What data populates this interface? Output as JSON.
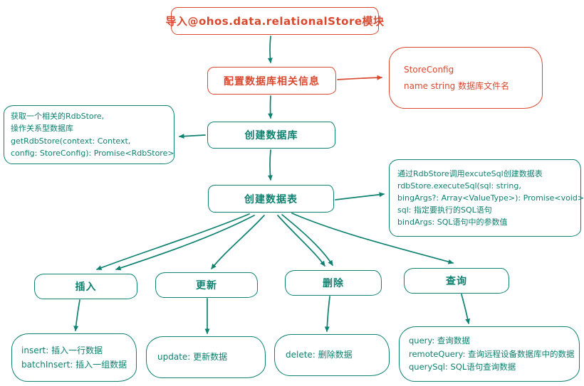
{
  "colors": {
    "accent_red": "#d8492f",
    "accent_teal": "#0e8170",
    "background": "#ffffff"
  },
  "nodes": {
    "import_module": {
      "label": "导入@ohos.data.relationalStore模块"
    },
    "configure_db": {
      "label": "配置数据库相关信息"
    },
    "store_config": {
      "lines": [
        "StoreConfig",
        "name string  数据库文件名"
      ]
    },
    "create_db": {
      "label": "创建数据库"
    },
    "get_rdb_store": {
      "lines": [
        "获取一个相关的RdbStore,",
        "操作关系型数据库",
        "getRdbStore(context: Context,",
        "config: StoreConfig): Promise<RdbStore>"
      ]
    },
    "create_table": {
      "label": "创建数据表"
    },
    "execute_sql": {
      "lines": [
        "通过RdbStore调用excuteSql创建数据表",
        "rdbStore.executeSql(sql: string,",
        "bingArgs?: Array<ValueType>): Promise<void>",
        "sql: 指定要执行的SQL语句",
        "bindArgs: SQL语句中的参数值"
      ]
    },
    "insert": {
      "label": "插入"
    },
    "update": {
      "label": "更新"
    },
    "delete": {
      "label": "删除"
    },
    "query": {
      "label": "查询"
    },
    "insert_detail": {
      "lines": [
        "insert: 插入一行数据",
        "batchInsert: 插入一组数据"
      ]
    },
    "update_detail": {
      "lines": [
        "update: 更新数据"
      ]
    },
    "delete_detail": {
      "lines": [
        "delete: 删除数据"
      ]
    },
    "query_detail": {
      "lines": [
        "query: 查询数据",
        "remoteQuery: 查询远程设备数据库中的数据",
        "querySql: SQL语句查询数据"
      ]
    }
  }
}
